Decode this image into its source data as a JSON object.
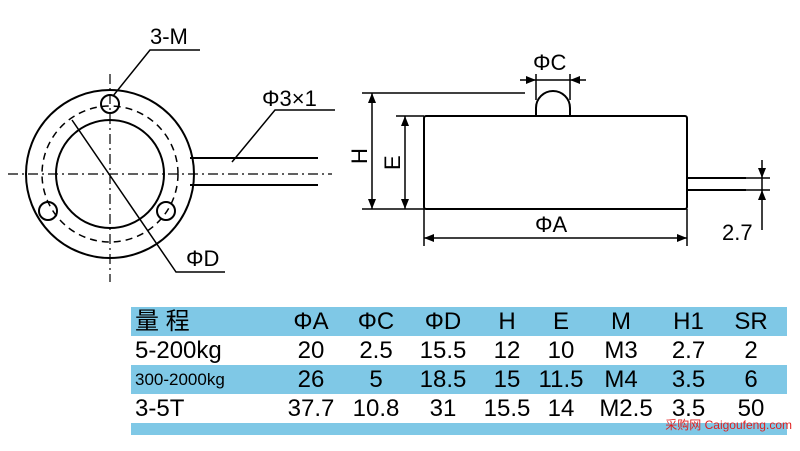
{
  "diagram": {
    "labels": {
      "holes": "3-M",
      "phi_c": "ΦC",
      "cable": "Φ3×1",
      "h": "H",
      "e": "E",
      "phi_d": "ΦD",
      "phi_a": "ΦA",
      "offset": "2.7"
    }
  },
  "table": {
    "headers": [
      "量 程",
      "ΦA",
      "ΦC",
      "ΦD",
      "H",
      "E",
      "M",
      "H1",
      "SR"
    ],
    "rows": [
      [
        "5-200kg",
        "20",
        "2.5",
        "15.5",
        "12",
        "10",
        "M3",
        "2.7",
        "2"
      ],
      [
        "300-2000kg",
        "26",
        "5",
        "18.5",
        "15",
        "11.5",
        "M4",
        "3.5",
        "6"
      ],
      [
        "3-5T",
        "37.7",
        "10.8",
        "31",
        "15.5",
        "14",
        "M2.5",
        "3.5",
        "50"
      ]
    ]
  },
  "watermark": "采购网 Caigoufeng.com",
  "colors": {
    "table_band": "#7fc8e6",
    "watermark": "#e02020"
  }
}
